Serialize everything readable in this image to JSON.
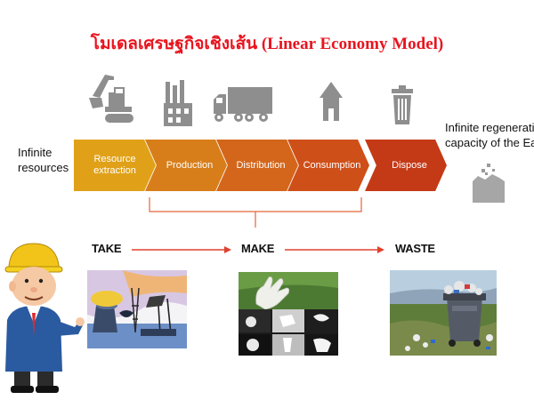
{
  "title": "โมเดลเศรษฐกิจเชิงเส้น (Linear Economy Model)",
  "left_label": {
    "line1": "Infinite",
    "line2": "resources"
  },
  "right_label": {
    "line1": "Infinite regenerative",
    "line2": "capacity of the Earth"
  },
  "chain": [
    {
      "label_line1": "Resource",
      "label_line2": "extraction",
      "color": "#e0a119"
    },
    {
      "label_line1": "Production",
      "label_line2": "",
      "color": "#d77e1b"
    },
    {
      "label_line1": "Distribution",
      "label_line2": "",
      "color": "#d4661b"
    },
    {
      "label_line1": "Consumption",
      "label_line2": "",
      "color": "#cf4f19"
    },
    {
      "label_line1": "Dispose",
      "label_line2": "",
      "color": "#c43a17"
    }
  ],
  "stages": {
    "take": "TAKE",
    "make": "MAKE",
    "waste": "WASTE"
  },
  "colors": {
    "title": "#e8141e",
    "bracket": "#e1683a",
    "arrow": "#e0412d",
    "icon_gray": "#8e8e8e"
  },
  "icons": [
    "excavator-icon",
    "factory-icon",
    "truck-icon",
    "house-icon",
    "trash-can-icon",
    "earth-rocks-icon",
    "engineer-mascot",
    "oil-industry-photo",
    "gloves-production-photo",
    "garbage-bin-photo"
  ]
}
